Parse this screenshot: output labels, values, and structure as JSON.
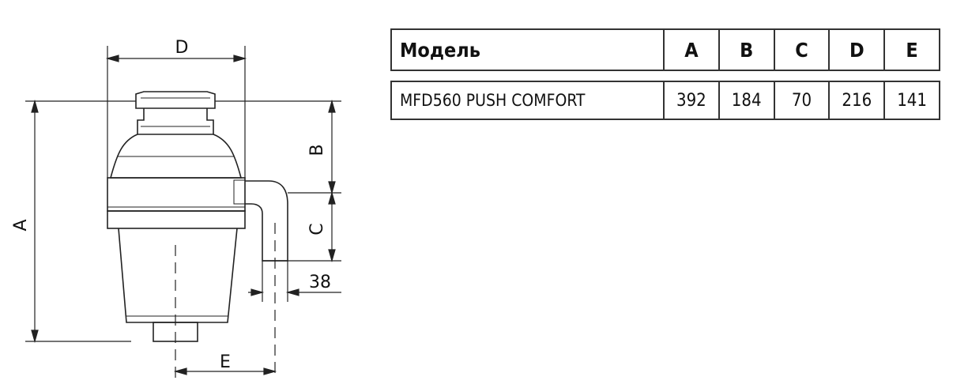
{
  "diagram": {
    "labels": {
      "A": "A",
      "B": "B",
      "C": "C",
      "D": "D",
      "E": "E",
      "outlet": "38"
    }
  },
  "table": {
    "header": [
      "Модель",
      "A",
      "B",
      "C",
      "D",
      "E"
    ],
    "rows": [
      [
        "MFD560 PUSH COMFORT",
        "392",
        "184",
        "70",
        "216",
        "141"
      ]
    ]
  }
}
